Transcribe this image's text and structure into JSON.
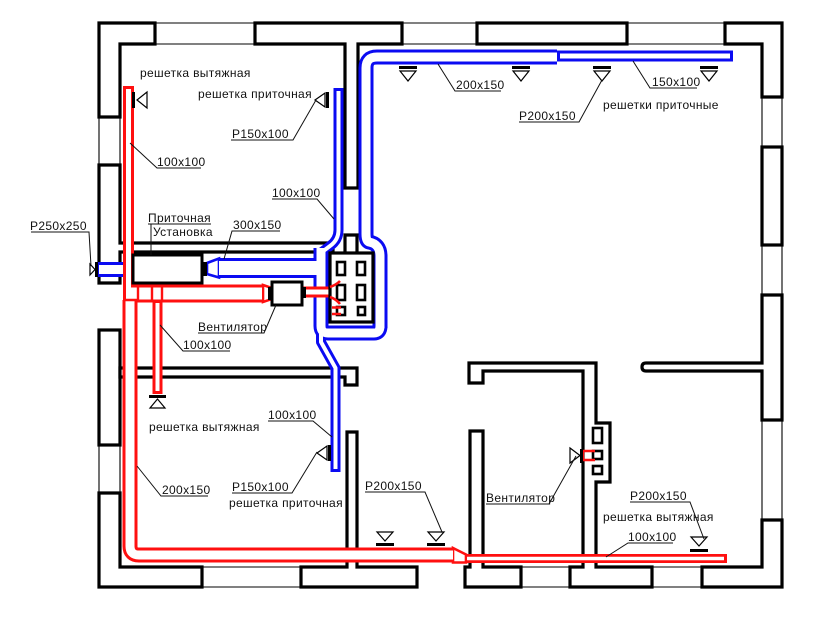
{
  "colors": {
    "supply_duct": "#0b0bf2",
    "exhaust_duct": "#ff1010",
    "wall": "#000000"
  },
  "top_left_room": {
    "exhaust_grille_label": "решетка вытяжная",
    "supply_grille_label": "решетка приточная",
    "supply_grille_size": "Р150х100",
    "exhaust_duct_size": "100х100",
    "supply_duct_size": "100х100"
  },
  "air_handling_unit": {
    "label_line1": "Приточная",
    "label_line2": "Установка",
    "outlet_duct_size": "300х150",
    "intake_grille_size": "Р250х250"
  },
  "top_right_room": {
    "main_duct_size": "200х150",
    "branch_duct_size": "150х100",
    "supply_grille_size": "Р200х150",
    "supply_grilles_label": "решетки приточные",
    "supply_grille_count": 4
  },
  "exhaust_fan": {
    "label": "Вентилятор",
    "branch_duct_size": "100х100"
  },
  "bottom_left_room": {
    "exhaust_grille_label": "решетка вытяжная",
    "supply_duct_size": "100х100",
    "exhaust_main_duct_size": "200х150",
    "supply_grille_size": "Р150х100",
    "supply_grille_label": "решетка приточная"
  },
  "corridor": {
    "exhaust_grille_size": "Р200х150",
    "exhaust_grille_count": 2
  },
  "bathroom": {
    "fan_label": "Вентилятор"
  },
  "bottom_right_room": {
    "exhaust_grille_size": "Р200х150",
    "exhaust_grille_label": "решетка вытяжная",
    "exhaust_duct_size": "100х100"
  }
}
